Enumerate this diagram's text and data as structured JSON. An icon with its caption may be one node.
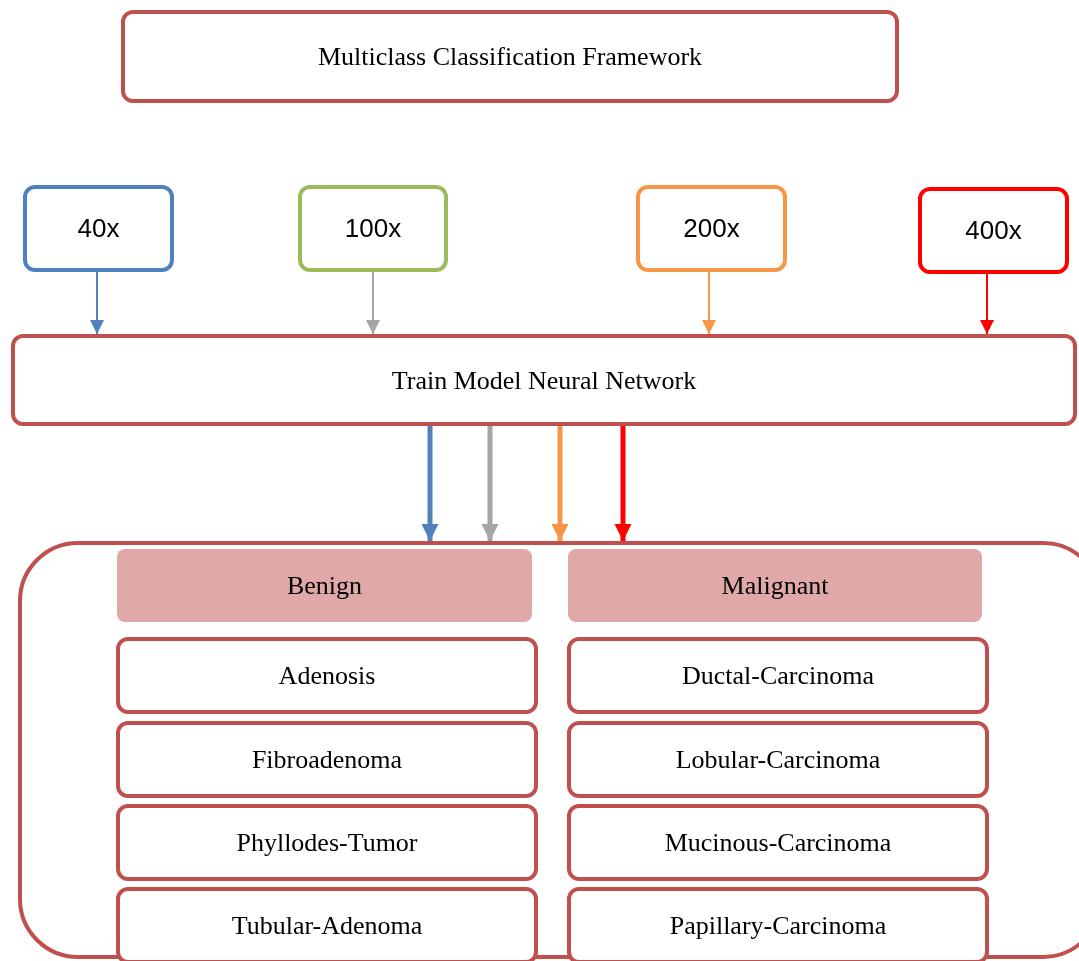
{
  "diagram": {
    "nodes": [
      {
        "text": [
          "Multiclass Classification Framework"
        ]
      },
      {
        "text": [
          "40x"
        ]
      },
      {
        "text": [
          "100x"
        ]
      },
      {
        "text": [
          "200x"
        ]
      },
      {
        "text": [
          "400x"
        ]
      },
      {
        "text": [
          "Train Model Neural Network"
        ]
      },
      {
        "text": [],
        "shape": "box"
      },
      {
        "text": [
          "Benign"
        ],
        "in": 6
      },
      {
        "text": [
          "Malignant"
        ],
        "in": 6
      },
      {
        "text": [
          "Adenosis"
        ],
        "in": 6
      },
      {
        "text": [
          "Fibroadenoma"
        ],
        "in": 6
      },
      {
        "text": [
          "Phyllodes-Tumor"
        ],
        "in": 6
      },
      {
        "text": [
          "Tubular-Adenoma"
        ],
        "in": 6
      },
      {
        "text": [
          "Ductal-Carcinoma"
        ],
        "in": 6
      },
      {
        "text": [
          "Lobular-Carcinoma"
        ],
        "in": 6
      },
      {
        "text": [
          "Mucinous-Carcinoma"
        ],
        "in": 6
      },
      {
        "text": [
          "Papillary-Carcinoma"
        ],
        "in": 6
      }
    ],
    "edges": [
      {
        "from": 1,
        "to": 5,
        "arrow": "to",
        "color": "#4f81bd"
      },
      {
        "from": 2,
        "to": 5,
        "arrow": "to",
        "color": "#a5a5a5"
      },
      {
        "from": 3,
        "to": 5,
        "arrow": "to",
        "color": "#f79646"
      },
      {
        "from": 4,
        "to": 5,
        "arrow": "to",
        "color": "#ff0000"
      },
      {
        "from": 5,
        "to": 6,
        "arrow": "to",
        "style": "thick",
        "color": "#4f81bd"
      },
      {
        "from": 5,
        "to": 6,
        "arrow": "to",
        "style": "thick",
        "color": "#a5a5a5"
      },
      {
        "from": 5,
        "to": 6,
        "arrow": "to",
        "style": "thick",
        "color": "#f79646"
      },
      {
        "from": 5,
        "to": 6,
        "arrow": "to",
        "style": "thick",
        "color": "#ff0000"
      }
    ]
  }
}
